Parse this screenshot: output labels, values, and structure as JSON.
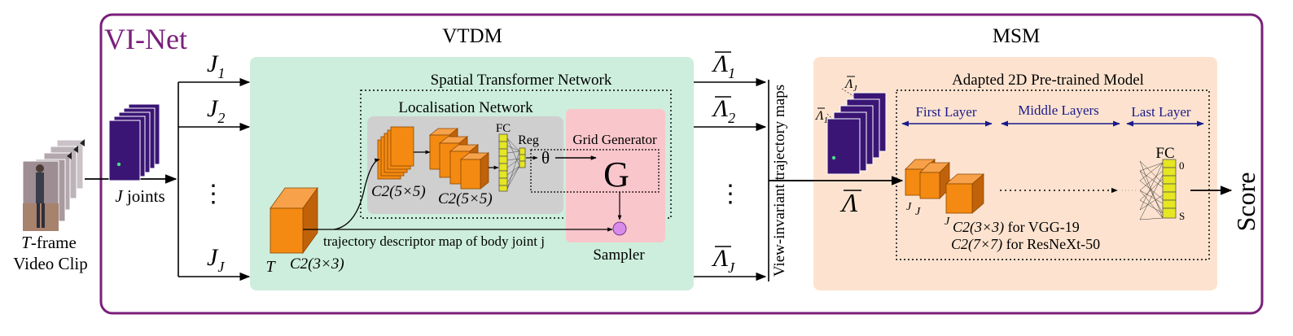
{
  "title": "VI-Net",
  "sections": {
    "vtdm": "VTDM",
    "msm": "MSM"
  },
  "input": {
    "frame_prefix": "T",
    "frame_suffix": "-frame",
    "clip": "Video Clip",
    "joints_symbol": "J",
    "joints_text": " joints"
  },
  "joints": {
    "j1_main": "J",
    "j1_sub": "1",
    "j2_main": "J",
    "j2_sub": "2",
    "jJ_main": "J",
    "jJ_sub": "J",
    "dots": "⋮"
  },
  "vtdm": {
    "stn": "Spatial Transformer Network",
    "localisation": "Localisation Network",
    "conv1": "C2(5×5)",
    "conv2": "C2(5×5)",
    "fc": "FC",
    "reg": "Reg",
    "theta": "θ",
    "grid_generator": "Grid Generator",
    "grid_symbol": "G",
    "sampler": "Sampler",
    "descriptor": "trajectory descriptor map of body joint j",
    "input_conv": "C2(3×3)",
    "input_depth": "T"
  },
  "outputs": {
    "symbol": "Λ",
    "sub1": "1",
    "sub2": "2",
    "subJ": "J",
    "dots": "⋮",
    "maps_label": "View-invariant trajectory maps"
  },
  "msm": {
    "stack_top": "Λ",
    "stack_top_sub": "J",
    "stack_bottom": "Λ",
    "stack_bottom_sub": "1",
    "input_symbol": "Λ",
    "adapted": "Adapted 2D Pre-trained Model",
    "first_layer": "First Layer",
    "middle_layers": "Middle Layers",
    "last_layer": "Last Layer",
    "depth_j1": "J",
    "depth_j2": "J",
    "depth_j3": "J",
    "conv_vgg": "C2(3×3)",
    "vgg_suffix": " for VGG-19",
    "conv_resnext": "C2(7×7)",
    "resnext_suffix": " for ResNeXt-50",
    "fc": "FC",
    "fc_top": "0",
    "fc_bottom": "S"
  },
  "output_label": "Score",
  "colors": {
    "frame": "#7a1f7a",
    "vtdm_bg": "#cdeedd",
    "msm_bg": "#fde3cf",
    "loc_bg": "#cfcfcf",
    "sampler_bg": "#f9c6cb",
    "orange": "#f48a12",
    "orange_dark": "#c0620a",
    "yellow": "#e6e622",
    "purple_map": "#3a1575",
    "arrow_blue": "#1a1a8c",
    "sampler_dot": "#d78bea"
  }
}
